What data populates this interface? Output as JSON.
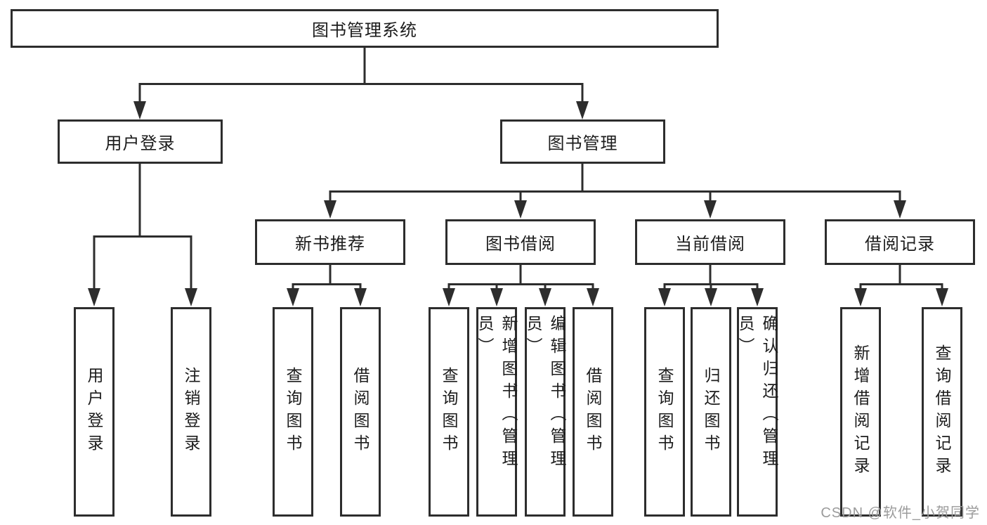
{
  "diagram": {
    "root": "图书管理系统",
    "user_login": {
      "label": "用户登录",
      "children": [
        "用户登录",
        "注销登录"
      ]
    },
    "book_management": {
      "label": "图书管理",
      "sections": {
        "new_book_recommend": {
          "label": "新书推荐",
          "children": [
            "查询图书",
            "借阅图书"
          ]
        },
        "book_borrowing": {
          "label": "图书借阅",
          "children": [
            "查询图书",
            "新增图书（管理员）",
            "编辑图书（管理员）",
            "借阅图书"
          ]
        },
        "current_borrowing": {
          "label": "当前借阅",
          "children": [
            "查询图书",
            "归还图书",
            "确认归还（管理员）"
          ]
        },
        "borrowing_records": {
          "label": "借阅记录",
          "children": [
            "新增借阅记录",
            "查询借阅记录"
          ]
        }
      }
    }
  },
  "watermark": "CSDN @软件_小贺同学",
  "colors": {
    "line": "#2d2d2d",
    "text": "#1c1c1c",
    "watermark": "#9b9b9b",
    "background": "#ffffff"
  }
}
